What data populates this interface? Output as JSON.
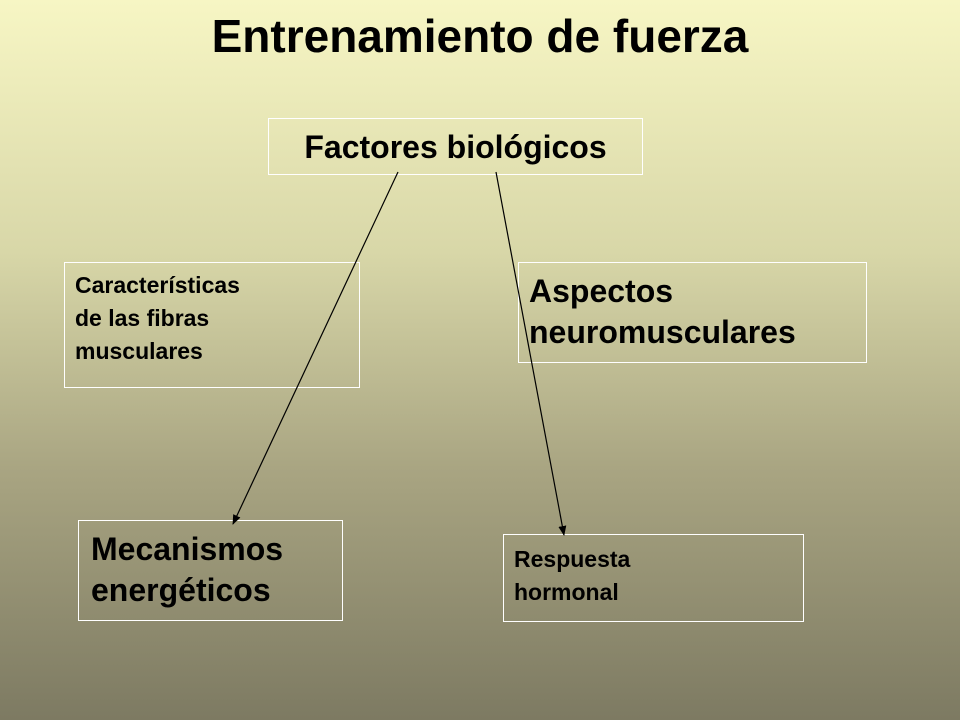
{
  "title": "Entrenamiento de fuerza",
  "nodes": {
    "root": "Factores biológicos",
    "fibras": [
      "Características",
      "de las fibras",
      "musculares"
    ],
    "neuro": [
      "Aspectos",
      "neuromusculares"
    ],
    "energia": [
      "Mecanismos",
      "energéticos"
    ],
    "hormonal": [
      "Respuesta",
      "hormonal"
    ]
  },
  "edges": [
    {
      "from": "Factores biológicos",
      "to": "Mecanismos energéticos"
    },
    {
      "from": "Factores biológicos",
      "to": "Respuesta hormonal"
    }
  ],
  "colors": {
    "background_top": "#f7f6c4",
    "background_bottom": "#7d7a62",
    "box_border": "#ffffff",
    "text": "#000000"
  }
}
